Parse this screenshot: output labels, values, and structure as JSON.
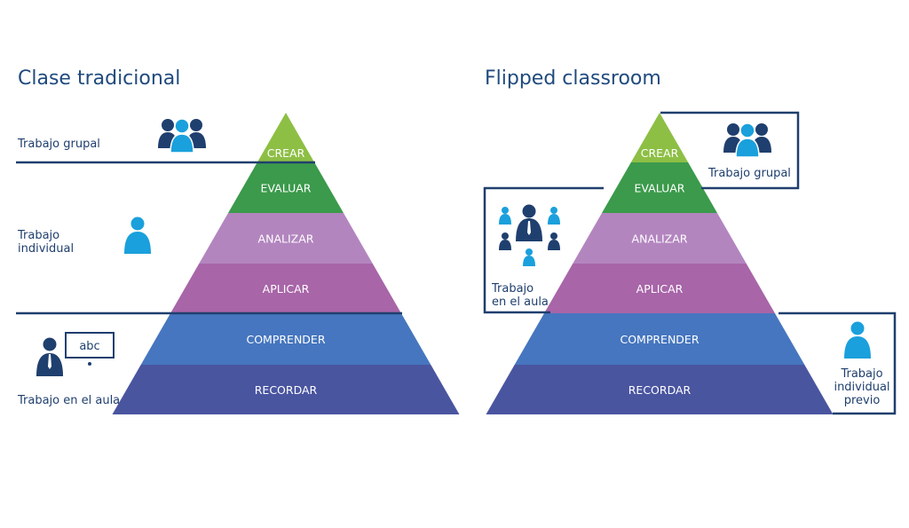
{
  "left": {
    "title": "Clase tradicional",
    "labels": {
      "group": "Trabajo grupal",
      "individual": "Trabajo\nindividual",
      "classroom": "Trabajo en el aula",
      "board": "abc"
    }
  },
  "right": {
    "title": "Flipped classroom",
    "labels": {
      "group": "Trabajo grupal",
      "classroom": "Trabajo\nen el aula",
      "individual": "Trabajo\nindividual\nprevio"
    }
  },
  "levels": [
    {
      "label": "CREAR",
      "color": "#8dbf45"
    },
    {
      "label": "EVALUAR",
      "color": "#3b9a4b"
    },
    {
      "label": "ANALIZAR",
      "color": "#b385bf"
    },
    {
      "label": "APLICAR",
      "color": "#a865a8"
    },
    {
      "label": "COMPRENDER",
      "color": "#4676bf"
    },
    {
      "label": "RECORDAR",
      "color": "#4a55a0"
    }
  ],
  "colors": {
    "navy": "#1f3f6e",
    "light": "#1aa0dc"
  }
}
